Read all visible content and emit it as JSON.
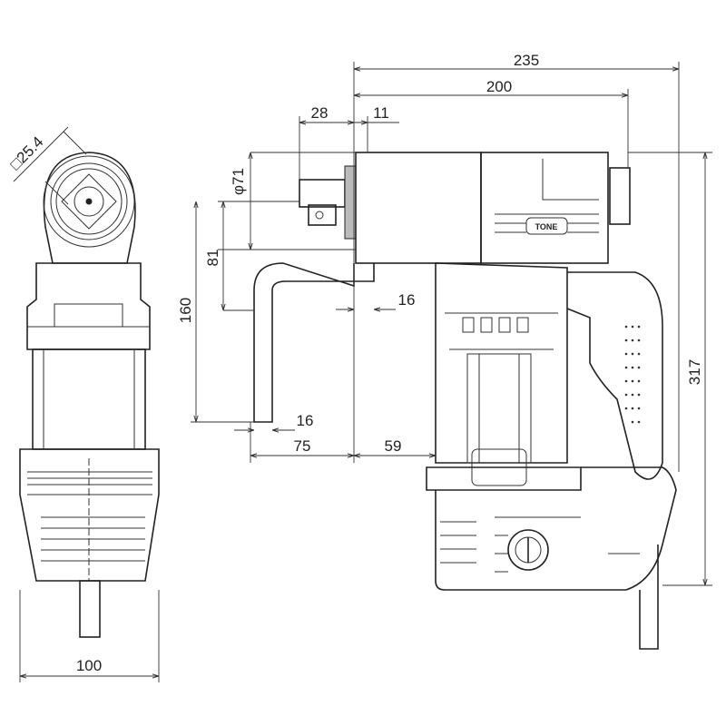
{
  "title": "Electric torque wrench dimensional drawing",
  "logo": "TONE",
  "dimensions": {
    "overall_length": "235",
    "length_to_handle": "200",
    "square_drive_length": "28",
    "head_offset": "11",
    "square_drive": "□25.4",
    "head_diameter": "φ71",
    "reaction_arm_height": "81",
    "reaction_arm_total": "160",
    "arm_thickness_upper": "16",
    "arm_thickness_lower": "16",
    "arm_reach": "75",
    "body_offset": "59",
    "overall_height": "317",
    "width": "100"
  }
}
